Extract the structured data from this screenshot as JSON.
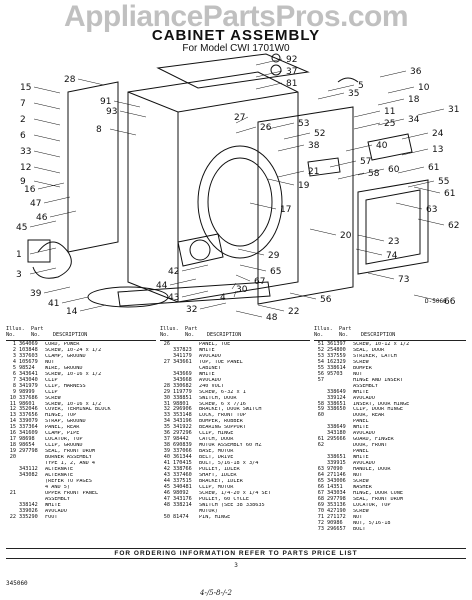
{
  "watermark": "AppliancePartsPros.com",
  "header": {
    "title": "CABINET ASSEMBLY",
    "subtitle": "For Model CWI 1701W0"
  },
  "diagram": {
    "figure_number": "D-5066",
    "part_labels": [
      "92",
      "37",
      "81",
      "28",
      "91",
      "93",
      "8",
      "15",
      "7",
      "2",
      "6",
      "33",
      "12",
      "9",
      "27",
      "26",
      "53",
      "52",
      "38",
      "16",
      "47",
      "46",
      "45",
      "1",
      "3",
      "39",
      "41",
      "14",
      "42",
      "44",
      "43",
      "32",
      "4",
      "30",
      "67",
      "65",
      "29",
      "20",
      "17",
      "19",
      "21",
      "66",
      "57",
      "58",
      "60",
      "61",
      "55",
      "61",
      "63",
      "62",
      "23",
      "74",
      "73",
      "24",
      "25",
      "11",
      "18",
      "36",
      "10",
      "13",
      "40",
      "31",
      "5",
      "35",
      "34",
      "56",
      "22",
      "48"
    ]
  },
  "table": {
    "header_left": "Illus.  Part\nNo.     No.    DESCRIPTION",
    "col1": [
      [
        "1",
        "364069",
        "CORD, POWER"
      ],
      [
        "2",
        "103848",
        "SCREW, 10-24 x 1/2"
      ],
      [
        "3",
        "337603",
        "CLAMP, GROUND"
      ],
      [
        "4",
        "105679",
        "NUT"
      ],
      [
        "5",
        "98524",
        "WIRE, GROUND"
      ],
      [
        "6",
        "343641",
        "SCREW, 10-16 x 1/2"
      ],
      [
        "7",
        "343040",
        "CLIP"
      ],
      [
        "8",
        "341979",
        "CLIP, HARNESS"
      ],
      [
        "9",
        "98999",
        "CLIP"
      ],
      [
        "10",
        "337686",
        "SCREW"
      ],
      [
        "11",
        "98601",
        "SCREW, 10-16 x 1/2"
      ],
      [
        "12",
        "352046",
        "COVER, TERMINAL BLOCK"
      ],
      [
        "13",
        "337656",
        "HINGE, TOP"
      ],
      [
        "14",
        "339079",
        "STRAP, GROUND"
      ],
      [
        "15",
        "337364",
        "PANEL, REAR"
      ],
      [
        "16",
        "341609",
        "CLAMP, PIPE"
      ],
      [
        "17",
        "98698",
        "LOCATOR, TOP"
      ],
      [
        "18",
        "98654",
        "CLIP, GROUND"
      ],
      [
        "19",
        "297798",
        "SEAL, FRONT DRUM"
      ],
      [
        "20",
        "",
        "BURNER ASSEMBLY"
      ],
      [
        "",
        "",
        "TYPE 1, 2, AND 4"
      ],
      [
        "",
        "343112",
        "ALTERNATE"
      ],
      [
        "",
        "343082",
        "ALTERNATE"
      ],
      [
        "",
        "",
        "(REFER TO PAGES"
      ],
      [
        "",
        "",
        "4 AND 5)"
      ],
      [
        "21",
        "",
        "UPPER FRONT PANEL"
      ],
      [
        "",
        "",
        "ASSEMBLY"
      ],
      [
        "",
        "338142",
        "WHITE"
      ],
      [
        "",
        "339026",
        "AVOCADO"
      ],
      [
        "22",
        "335290",
        "FOOT"
      ]
    ],
    "col2": [
      [
        "26",
        "",
        "PANEL, TOE"
      ],
      [
        "",
        "337823",
        "WHITE"
      ],
      [
        "",
        "341179",
        "AVOCADO"
      ],
      [
        "27",
        "343661",
        "TOP, TOE PANEL"
      ],
      [
        "",
        "",
        "CABINET"
      ],
      [
        "",
        "343669",
        "WHITE"
      ],
      [
        "",
        "343668",
        "AVOCADO"
      ],
      [
        "28",
        "330682",
        "240 VOLT"
      ],
      [
        "29",
        "119779",
        "SCREW, 6-32 x 1"
      ],
      [
        "30",
        "338851",
        "SWITCH, DOOR"
      ],
      [
        "31",
        "98801",
        "SCREW, 6 x 7/16"
      ],
      [
        "32",
        "296906",
        "BRACKET, DOOR SWITCH"
      ],
      [
        "33",
        "353148",
        "LOCK, FRONT TOP"
      ],
      [
        "34",
        "343196",
        "BUMPER, RUBBER"
      ],
      [
        "35",
        "341922",
        "BEARING SUPPORT"
      ],
      [
        "36",
        "297296",
        "CLIP, HINGE"
      ],
      [
        "37",
        "98442",
        "CATCH, DOOR"
      ],
      [
        "38",
        "690839",
        "MOTOR ASSEMBLY 60 HZ"
      ],
      [
        "39",
        "337066",
        "BASE, MOTOR"
      ],
      [
        "40",
        "361344",
        "BELT, DRIVE"
      ],
      [
        "41",
        "170415",
        "BOLT, 5/16-18 x 3/4"
      ],
      [
        "42",
        "338766",
        "PULLEY, IDLER"
      ],
      [
        "43",
        "337460",
        "SHAFT, IDLER"
      ],
      [
        "44",
        "337515",
        "BRACKET, IDLER"
      ],
      [
        "45",
        "340481",
        "CLIP, MOTOR"
      ],
      [
        "46",
        "98092",
        "SCREW, 1/4-20 x 1/4 SET"
      ],
      [
        "47",
        "343176",
        "PULLEY, 60 CYCLE"
      ],
      [
        "48",
        "338214",
        "SWITCH (SEE 38 338635"
      ],
      [
        "",
        "",
        "MOTOR)"
      ],
      [
        "50",
        "81474",
        "PIN, HINGE"
      ]
    ],
    "col3": [
      [
        "51",
        "361397",
        "SCREW, 10-12 x 1/2"
      ],
      [
        "52",
        "254800",
        "SEAL, DOOR"
      ],
      [
        "53",
        "337559",
        "STRIKER, LATCH"
      ],
      [
        "54",
        "162329",
        "SCREW"
      ],
      [
        "55",
        "338614",
        "BUMPER"
      ],
      [
        "56",
        "95703",
        "NUT"
      ],
      [
        "57",
        "",
        "HINGE AND INSERT"
      ],
      [
        "",
        "",
        "ASSEMBLY"
      ],
      [
        "",
        "338649",
        "WHITE"
      ],
      [
        "",
        "339124",
        "AVOCADO"
      ],
      [
        "58",
        "338651",
        "INSERT, DOOR HINGE"
      ],
      [
        "59",
        "338650",
        "CLIP, DOOR HINGE"
      ],
      [
        "60",
        "",
        "DOOR, REAR"
      ],
      [
        "",
        "",
        "PANEL"
      ],
      [
        "",
        "338649",
        "WHITE"
      ],
      [
        "",
        "343180",
        "AVOCADO"
      ],
      [
        "61",
        "295666",
        "GUARD, FINGER"
      ],
      [
        "62",
        "",
        "DOOR, FRONT"
      ],
      [
        "",
        "",
        "PANEL"
      ],
      [
        "",
        "338651",
        "WHITE"
      ],
      [
        "",
        "339915",
        "AVOCADO"
      ],
      [
        "63",
        "97090",
        "HANDLE, DOOR"
      ],
      [
        "64",
        "271146",
        "NUT"
      ],
      [
        "65",
        "343006",
        "SCREW"
      ],
      [
        "66",
        "14351",
        "WASHER"
      ],
      [
        "67",
        "343034",
        "HINGE, DOOR CONE"
      ],
      [
        "68",
        "297798",
        "SEAL, FRONT DRUM"
      ],
      [
        "69",
        "353136",
        "LOCATOR, TOP"
      ],
      [
        "70",
        "427190",
        "SCREW"
      ],
      [
        "71",
        "271172",
        "NUT"
      ],
      [
        "72",
        "90986",
        "NUT, 5/16-18"
      ],
      [
        "73",
        "296657",
        "BOLT"
      ]
    ]
  },
  "footer": {
    "note": "FOR ORDERING INFORMATION REFER TO PARTS PRICE LIST",
    "page_number": "3",
    "doc_number": "345060",
    "handwritten": "4-/5-8-/-2"
  }
}
